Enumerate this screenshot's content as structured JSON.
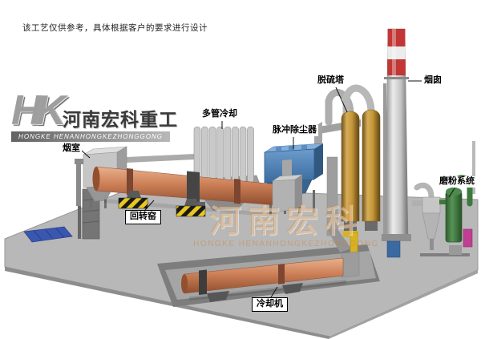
{
  "disclaimer": "该工艺仅供参考，具体根据客户的要求进行设计",
  "logo": {
    "monogram": "HK",
    "company_cn": "河南宏科重工",
    "company_en": "HONGKE HENANHONGKEZHONGGONG"
  },
  "watermark": {
    "text_cn": "河南宏科",
    "text_en": "HONGKE HENANHONGKEZHONGGONG"
  },
  "equipment_labels": {
    "smoke_chamber": "烟室",
    "multi_tube_cooler": "多管冷却",
    "pulse_dust_collector": "脉冲除尘器",
    "desulfurization_tower": "脱硫塔",
    "chimney": "烟囱",
    "grinding_system": "磨粉系统",
    "rotary_kiln": "回转窑",
    "cooling_machine": "冷却机"
  },
  "colors": {
    "kiln_body": "#cd8057",
    "dust_collector_blue": "#4a7fb5",
    "chimney_band_red": "#c23636",
    "desulfurization_tower": "#c49a45",
    "platform_gray": "#b8b8b8",
    "watermark_orange": "#c87f2f"
  }
}
